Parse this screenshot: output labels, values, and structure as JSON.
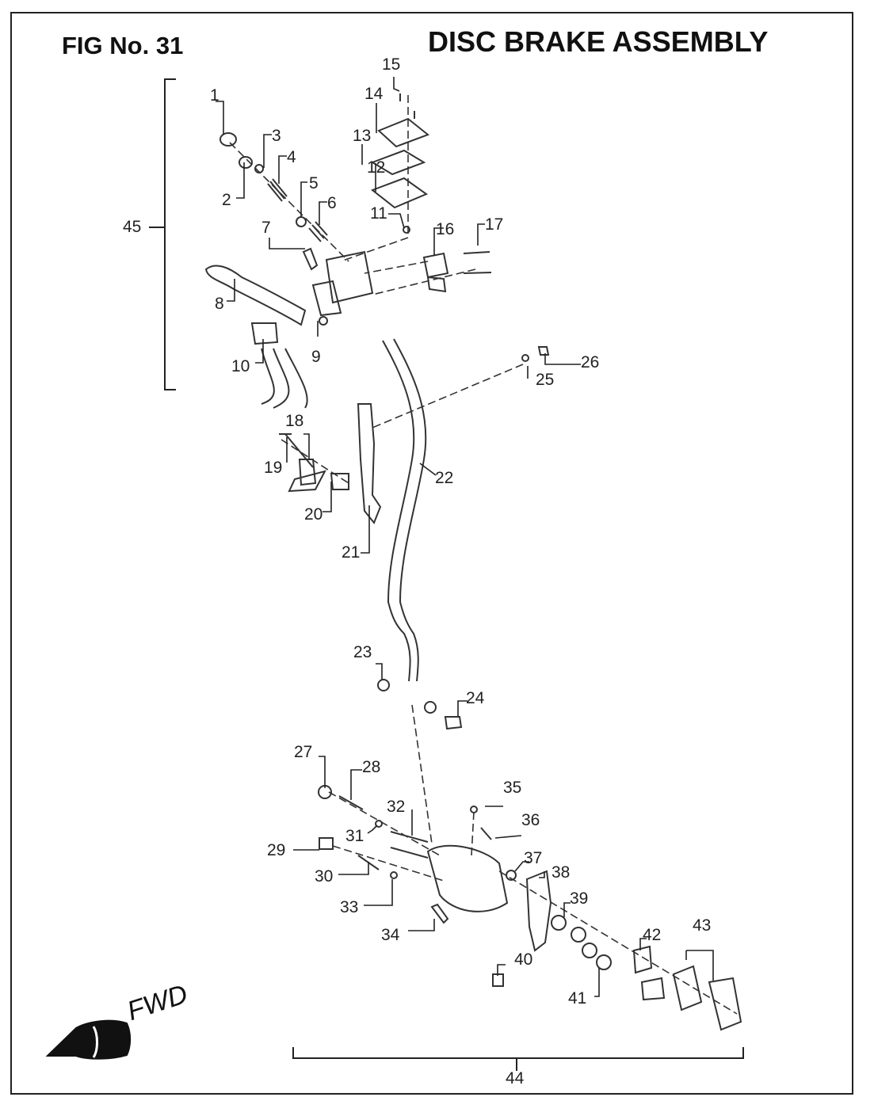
{
  "figure_number": "FIG No. 31",
  "title": "DISC BRAKE ASSEMBLY",
  "direction_label": "FWD",
  "parts": [
    "1",
    "2",
    "3",
    "4",
    "5",
    "6",
    "7",
    "8",
    "9",
    "10",
    "11",
    "12",
    "13",
    "14",
    "15",
    "16",
    "17",
    "18",
    "19",
    "20",
    "21",
    "22",
    "23",
    "24",
    "25",
    "26",
    "27",
    "28",
    "29",
    "30",
    "31",
    "32",
    "33",
    "34",
    "35",
    "36",
    "37",
    "38",
    "39",
    "40",
    "41",
    "42",
    "43",
    "44",
    "45"
  ]
}
